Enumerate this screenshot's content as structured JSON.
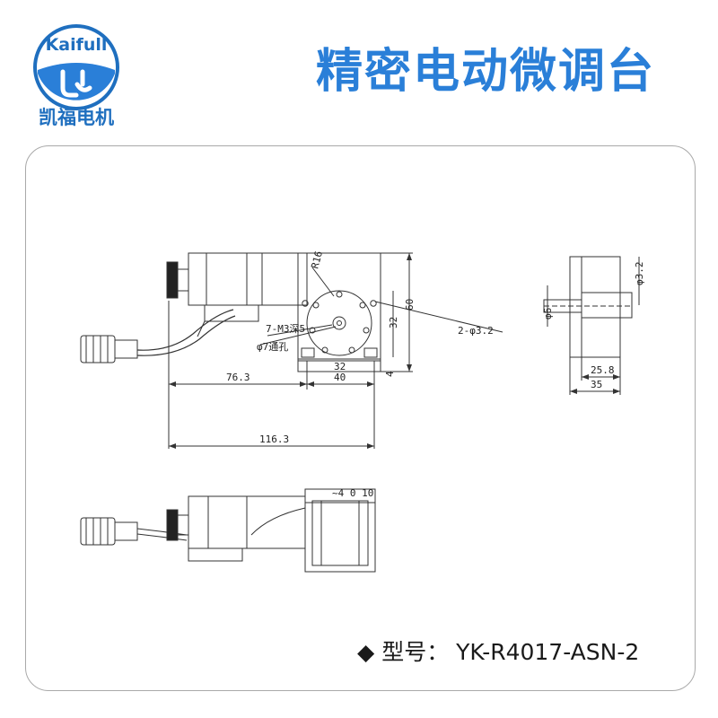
{
  "brand": {
    "name_en": "Kaifull",
    "name_cn": "凯福电机",
    "colors": {
      "primary": "#2a7fd8",
      "ring": "#1f6fbf",
      "frame": "#a9a9a9"
    }
  },
  "header": {
    "title": "精密电动微调台"
  },
  "drawing": {
    "top_view": {
      "labels": {
        "r16": "R16",
        "holes_7": "7-M3深5",
        "hole_phi7": "φ7通孔",
        "holes_2": "2-φ3.2"
      },
      "dims": {
        "d76_3": "76.3",
        "d40": "40",
        "d32h": "32",
        "d32v": "32",
        "d60": "60",
        "d4": "4",
        "d116_3": "116.3"
      }
    },
    "side_view": {
      "dims": {
        "phi3_2": "φ3.2",
        "phi6": "φ6",
        "d25_8": "25.8",
        "d35": "35"
      }
    },
    "front_view": {
      "label": "~4 0 10"
    }
  },
  "footer": {
    "bullet": "◆",
    "model_label": "型号：",
    "model_value": "YK-R4017-ASN-2"
  }
}
